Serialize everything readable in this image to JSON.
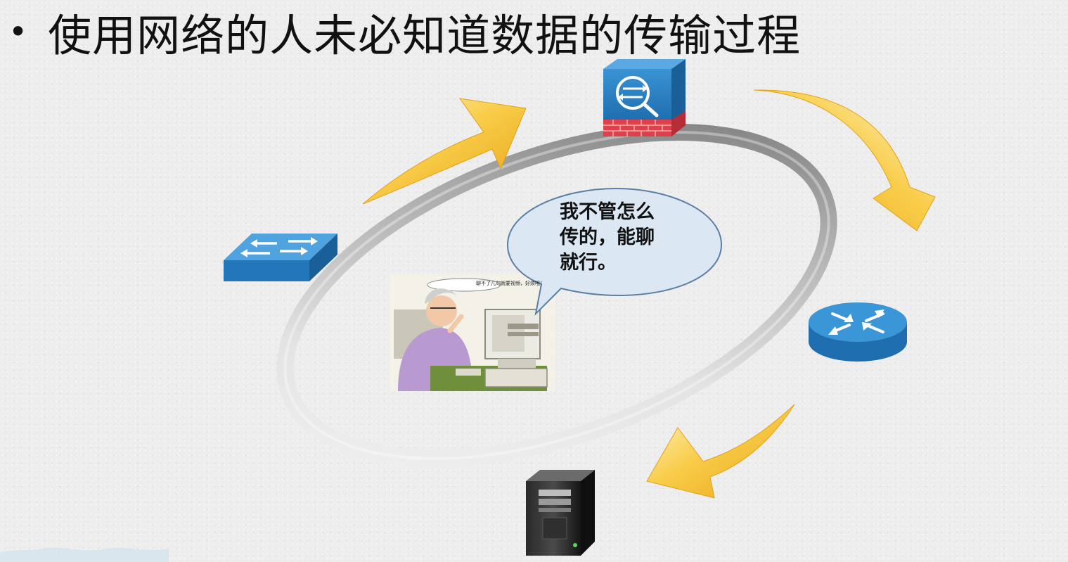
{
  "slide": {
    "bullet": "•",
    "title": "使用网络的人未必知道数据的传输过程"
  },
  "speech_bubble": {
    "text": "我不管怎么\n传的，能聊\n就行。"
  },
  "illustration": {
    "caption": "聊不了几句就要视频，好烦哦！"
  },
  "icons": {
    "firewall": "firewall-icon",
    "switch": "switch-icon",
    "router": "router-icon",
    "server": "server-icon",
    "person": "person-at-computer-illustration"
  },
  "colors": {
    "device_blue": "#2b7fc3",
    "arrow_gold": "#f5b81f",
    "brick_red": "#e0404a",
    "bubble_fill": "#dbe7f3",
    "ring_gray": "#8a8a8a"
  }
}
